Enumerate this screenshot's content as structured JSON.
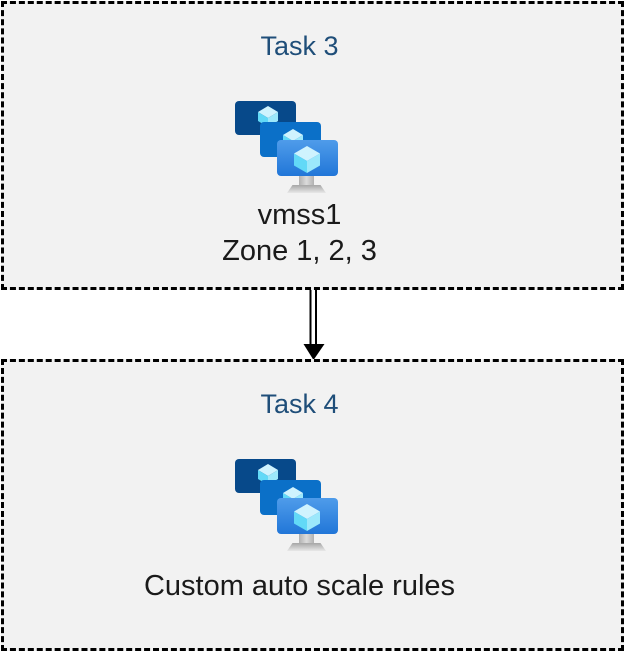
{
  "diagram": {
    "boxes": [
      {
        "id": "task3",
        "title": "Task 3",
        "icon": "vm-scale-sets",
        "lines": [
          "vmss1",
          "Zone 1, 2, 3"
        ]
      },
      {
        "id": "task4",
        "title": "Task 4",
        "icon": "vm-scale-sets",
        "lines": [
          "Custom auto scale rules"
        ]
      }
    ],
    "connector": {
      "from": "task3",
      "to": "task4",
      "shape": "double-line-arrow",
      "direction": "down"
    },
    "colors": {
      "canvas_background": "#ffffff",
      "box_fill": "#f2f2f2",
      "box_border": "#000000",
      "title_text": "#1f4e79",
      "body_text": "#1a1a1a",
      "connector_color": "#000000",
      "icon_screen_back": "#07498a",
      "icon_screen_middle": "#0b70c8",
      "icon_screen_front_top": "#4f9cea",
      "icon_screen_front_bottom": "#2176d8",
      "icon_cube_top": "#cff3fe",
      "icon_cube_left": "#62d9f7",
      "icon_cube_right": "#9ce8fb",
      "icon_stand": "#c6c6c6"
    }
  }
}
